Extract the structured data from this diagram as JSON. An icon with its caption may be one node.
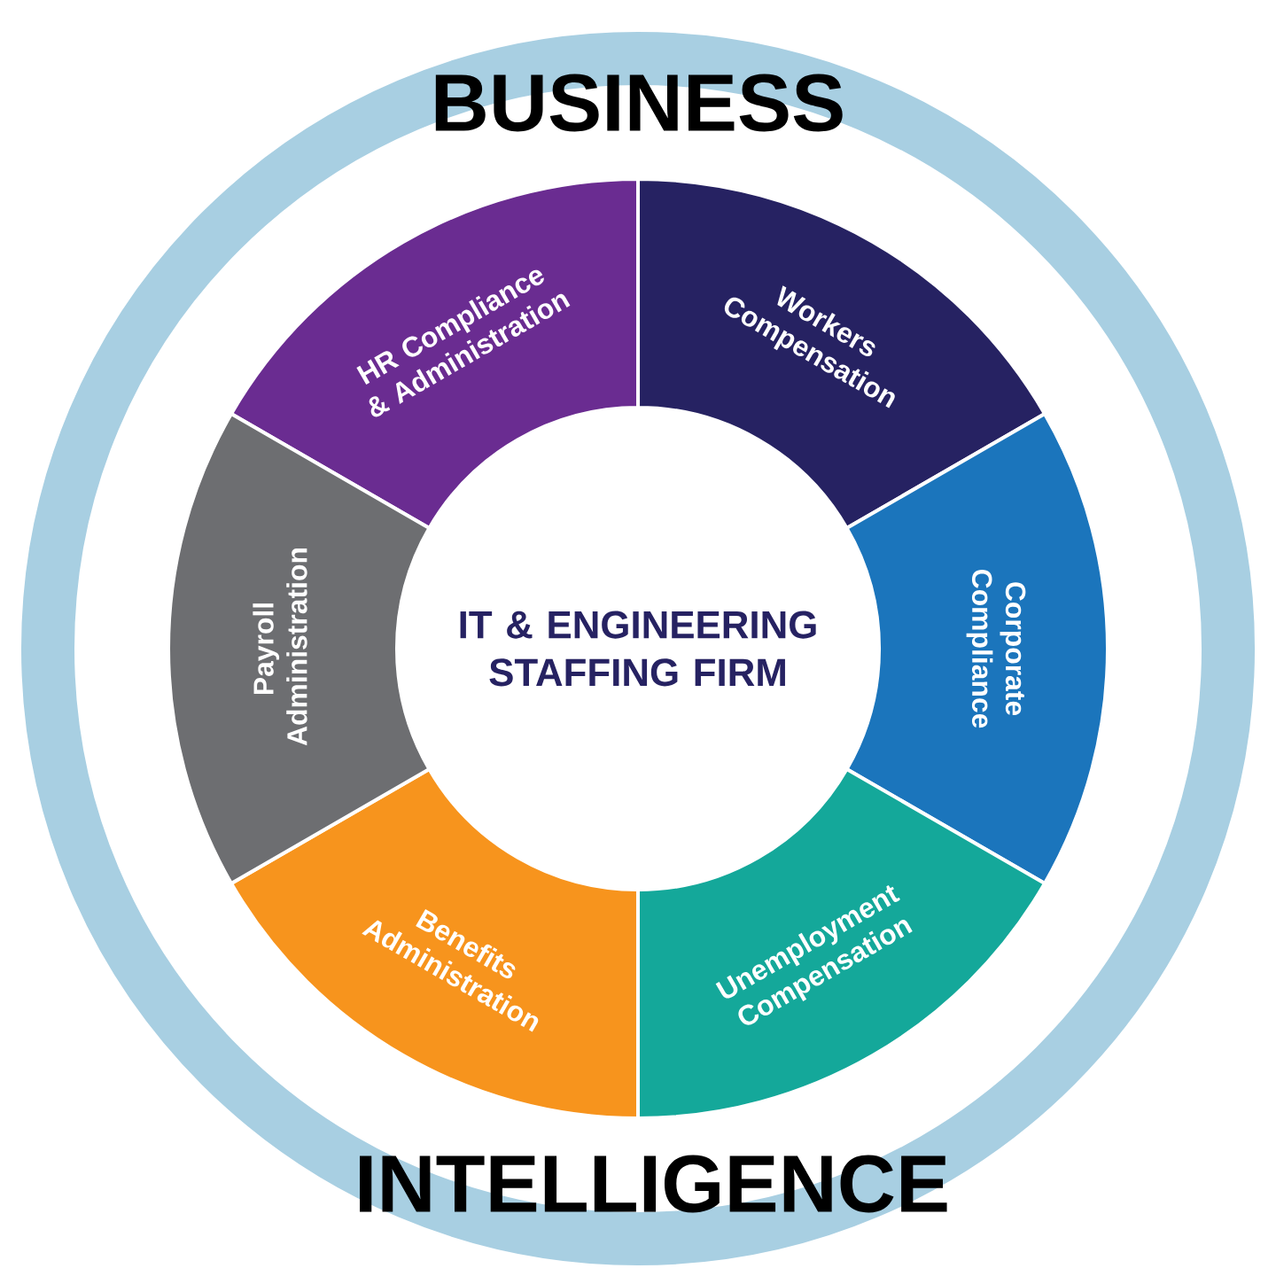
{
  "diagram": {
    "nodes": [
      {
        "text": [
          "BUSINESS",
          "INTELLIGENCE"
        ]
      },
      {
        "text": [
          "IT & ENGINEERING STAFFING FIRM"
        ],
        "in": 0
      },
      {
        "text": [
          "HR Compliance & Administration"
        ],
        "in": 0
      },
      {
        "text": [
          "Workers Compensation"
        ],
        "in": 0
      },
      {
        "text": [
          "Corporate Compliance"
        ],
        "in": 0
      },
      {
        "text": [
          "Unemployment Compensation"
        ],
        "in": 0
      },
      {
        "text": [
          "Benefits Administration"
        ],
        "in": 0
      },
      {
        "text": [
          "Payroll Administration"
        ],
        "in": 0
      }
    ]
  }
}
